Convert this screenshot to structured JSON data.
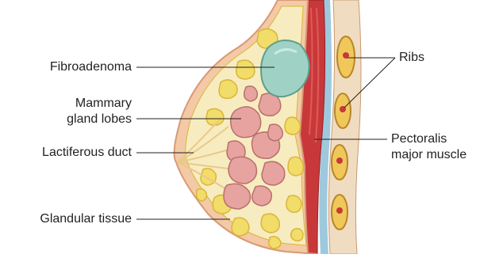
{
  "labels": {
    "fibroadenoma": "Fibroadenoma",
    "mammary_line1": "Mammary",
    "mammary_line2": "gland lobes",
    "lactiferous_duct": "Lactiferous duct",
    "glandular_tissue": "Glandular tissue",
    "ribs": "Ribs",
    "pectoralis_line1": "Pectoralis",
    "pectoralis_line2": "major muscle"
  },
  "colors": {
    "skin": "#f3c9a6",
    "skin_edge": "#d89a74",
    "fat": "#f2dc6a",
    "fat_dark": "#d9b63a",
    "stroma": "#f7ecc0",
    "lobe": "#e7a3a0",
    "lobe_edge": "#b9706c",
    "fibroadenoma": "#9fd2c4",
    "fibroadenoma_edge": "#5f9e90",
    "muscle": "#c8383a",
    "muscle_light": "#e05a56",
    "fascia": "#9ec9dd",
    "rib": "#f0c85a",
    "rib_edge": "#b8862a"
  }
}
